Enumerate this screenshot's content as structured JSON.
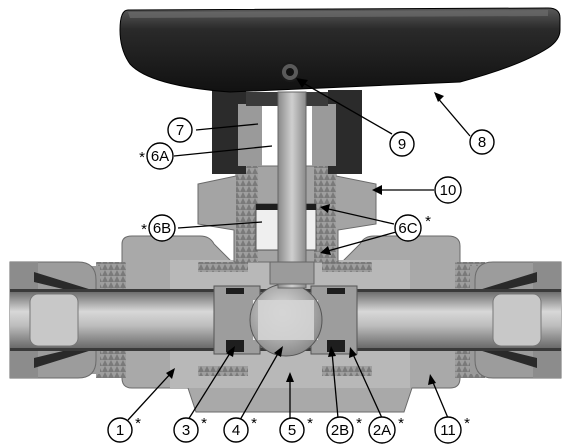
{
  "diagram": {
    "callouts": [
      {
        "id": "c1",
        "label": "1",
        "star": "*"
      },
      {
        "id": "c3",
        "label": "3",
        "star": "*"
      },
      {
        "id": "c4",
        "label": "4",
        "star": "*"
      },
      {
        "id": "c5",
        "label": "5",
        "star": "*"
      },
      {
        "id": "c2B",
        "label": "2B",
        "star": "*"
      },
      {
        "id": "c2A",
        "label": "2A",
        "star": "*"
      },
      {
        "id": "c11",
        "label": "11",
        "star": "*"
      },
      {
        "id": "c7",
        "label": "7",
        "star": ""
      },
      {
        "id": "c6A",
        "label": "6A",
        "star": "*"
      },
      {
        "id": "c6B",
        "label": "6B",
        "star": "*"
      },
      {
        "id": "c6C",
        "label": "6C",
        "star": "*"
      },
      {
        "id": "c9",
        "label": "9",
        "star": ""
      },
      {
        "id": "c8",
        "label": "8",
        "star": ""
      },
      {
        "id": "c10",
        "label": "10",
        "star": ""
      }
    ]
  }
}
